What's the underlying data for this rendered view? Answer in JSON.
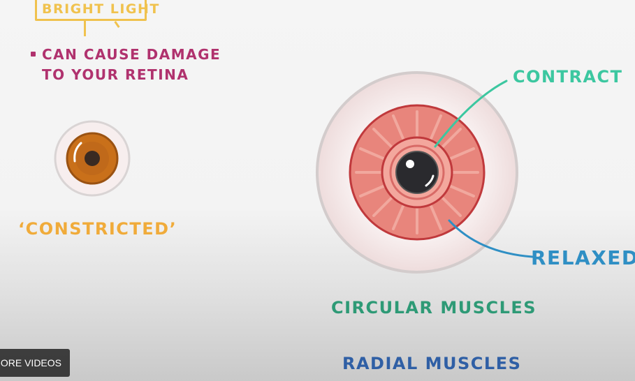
{
  "labels": {
    "bright_light": "BRIGHT LIGHT",
    "warning_line1": "CAN CAUSE DAMAGE",
    "warning_line2": "TO YOUR RETINA",
    "constricted": "‘CONSTRICTED’",
    "contract": "CONTRACT",
    "relaxed": "RELAXED",
    "circular_muscles": "CIRCULAR MUSCLES",
    "radial_muscles": "RADIAL MUSCLES"
  },
  "player": {
    "more_videos": "MORE VIDEOS"
  },
  "colors": {
    "sign_yellow": "#f0c24e",
    "warning_magenta": "#b0326e",
    "constricted_orange": "#f0ab3a",
    "contract_teal": "#3cc7a0",
    "relaxed_blue": "#2f8fc4",
    "circular_green": "#2e9a76",
    "radial_blue": "#2f5fa5",
    "iris_pink": "#e8857c",
    "small_iris_brown": "#c9701a"
  },
  "icons": {
    "small_eye": "constricted-eye-icon",
    "large_eye": "iris-muscles-diagram"
  }
}
